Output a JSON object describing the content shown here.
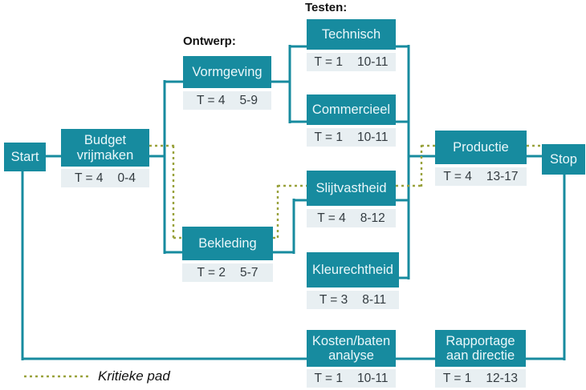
{
  "colors": {
    "box-fill": "#178b9f",
    "box-text": "#eaf7fa",
    "band-fill": "#e8eff2",
    "band-text": "#333b40",
    "line-solid": "#178b9f",
    "line-critical": "#99a23c",
    "label-text": "#121212"
  },
  "group_labels": {
    "ontwerp": "Ontwerp:",
    "testen": "Testen:"
  },
  "legend": {
    "critical_path_label": "Kritieke pad"
  },
  "nodes": {
    "start": {
      "label": "Start"
    },
    "budget": {
      "label": "Budget vrijmaken",
      "t": "T = 4",
      "range": "0-4"
    },
    "vormgeving": {
      "label": "Vormgeving",
      "t": "T = 4",
      "range": "5-9"
    },
    "bekleding": {
      "label": "Bekleding",
      "t": "T = 2",
      "range": "5-7"
    },
    "technisch": {
      "label": "Technisch",
      "t": "T = 1",
      "range": "10-11"
    },
    "commercieel": {
      "label": "Commercieel",
      "t": "T = 1",
      "range": "10-11"
    },
    "slijtvastheid": {
      "label": "Slijtvastheid",
      "t": "T = 4",
      "range": "8-12"
    },
    "kleurechtheid": {
      "label": "Kleurechtheid",
      "t": "T = 3",
      "range": "8-11"
    },
    "productie": {
      "label": "Productie",
      "t": "T = 4",
      "range": "13-17"
    },
    "stop": {
      "label": "Stop"
    },
    "kosten_baten": {
      "label": "Kosten/baten analyse",
      "t": "T = 1",
      "range": "10-11"
    },
    "rapportage": {
      "label": "Rapportage aan directie",
      "t": "T = 1",
      "range": "12-13"
    }
  }
}
